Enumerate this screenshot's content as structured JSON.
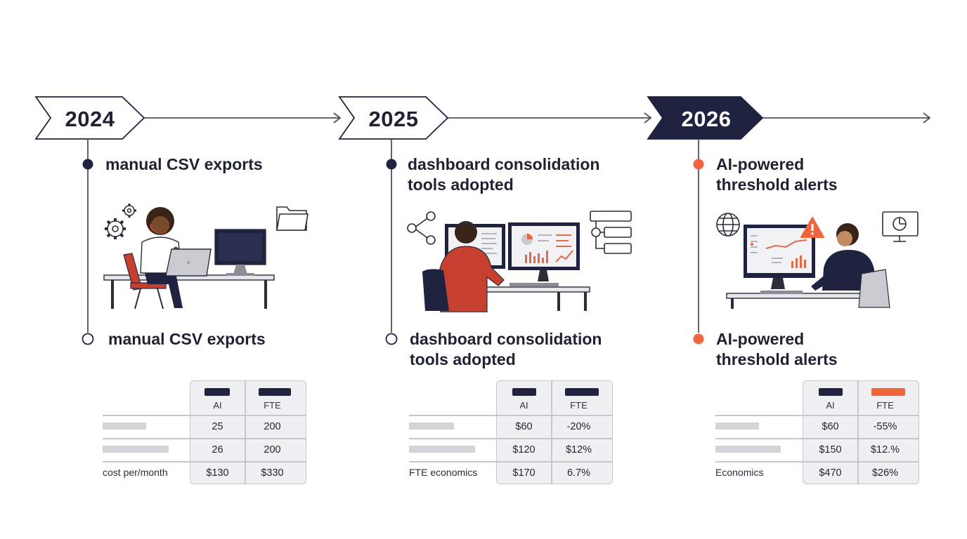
{
  "colors": {
    "navy": "#1f2340",
    "orange": "#f0643c",
    "red_shirt": "#c7402f",
    "line": "#50525c",
    "table_bg": "#f0f0f2",
    "table_border": "#c6c7cc"
  },
  "eras": [
    {
      "year": "2024",
      "milestones": [
        "manual CSV exports",
        "manual CSV exports"
      ],
      "table": {
        "headers": [
          "AI",
          "FTE"
        ],
        "rows": [
          {
            "label": "",
            "cells": [
              "25",
              "200"
            ]
          },
          {
            "label": "",
            "cells": [
              "26",
              "200"
            ]
          },
          {
            "label": "cost per/month",
            "cells": [
              "$130",
              "$330"
            ]
          }
        ]
      }
    },
    {
      "year": "2025",
      "milestones": [
        "dashboard consolidation tools adopted",
        "dashboard consolidation tools adopted"
      ],
      "table": {
        "headers": [
          "AI",
          "FTE"
        ],
        "rows": [
          {
            "label": "",
            "cells": [
              "$60",
              "-20%"
            ]
          },
          {
            "label": "",
            "cells": [
              "$120",
              "$12%"
            ]
          },
          {
            "label": "FTE economics",
            "cells": [
              "$170",
              "6.7%"
            ]
          }
        ]
      }
    },
    {
      "year": "2026",
      "milestones": [
        "AI-powered threshold alerts",
        "AI-powered threshold alerts"
      ],
      "table": {
        "headers": [
          "AI",
          "FTE"
        ],
        "rows": [
          {
            "label": "",
            "cells": [
              "$60",
              "-55%"
            ]
          },
          {
            "label": "",
            "cells": [
              "$150",
              "$12.%"
            ]
          },
          {
            "label": "Economics",
            "cells": [
              "$470",
              "$26%"
            ]
          }
        ]
      }
    }
  ],
  "icons": [
    "gears-icon",
    "folder-icon",
    "network-icon",
    "flowchart-icon",
    "globe-icon",
    "warning-icon",
    "pie-chart-monitor-icon"
  ]
}
